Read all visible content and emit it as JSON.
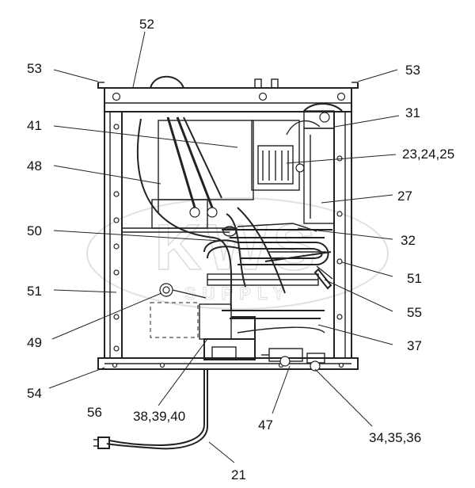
{
  "watermark": {
    "text": "KWS",
    "subtext": "SUPPLY"
  },
  "callouts": [
    {
      "id": "c52a",
      "label": "52"
    },
    {
      "id": "c53-left",
      "label": "53"
    },
    {
      "id": "c53-right",
      "label": "53"
    },
    {
      "id": "c31",
      "label": "31"
    },
    {
      "id": "c41",
      "label": "41"
    },
    {
      "id": "c23",
      "label": "23,24,25"
    },
    {
      "id": "c48",
      "label": "48"
    },
    {
      "id": "c27",
      "label": "27"
    },
    {
      "id": "c50",
      "label": "50"
    },
    {
      "id": "c32",
      "label": "32"
    },
    {
      "id": "c51-right",
      "label": "51"
    },
    {
      "id": "c51-left",
      "label": "51"
    },
    {
      "id": "c55",
      "label": "55"
    },
    {
      "id": "c49",
      "label": "49"
    },
    {
      "id": "c37",
      "label": "37"
    },
    {
      "id": "c54",
      "label": "54"
    },
    {
      "id": "c56",
      "label": "56"
    },
    {
      "id": "c38",
      "label": "38,39,40"
    },
    {
      "id": "c47",
      "label": "47"
    },
    {
      "id": "c34",
      "label": "34,35,36"
    },
    {
      "id": "c21",
      "label": "21"
    }
  ]
}
